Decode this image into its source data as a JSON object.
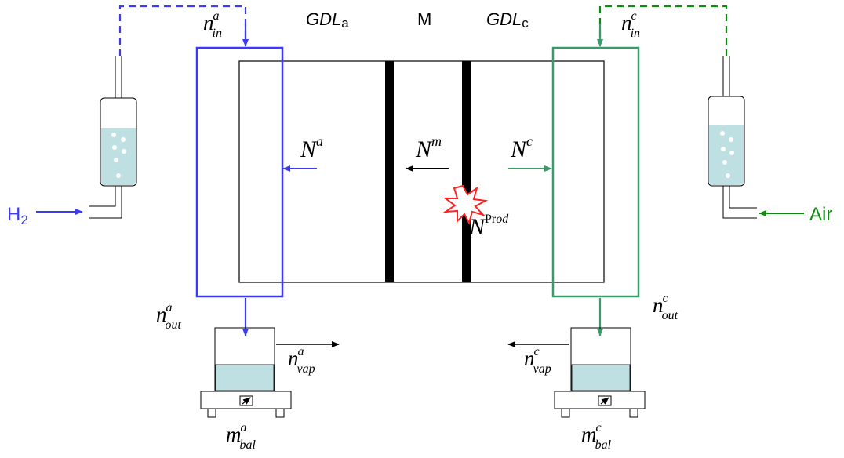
{
  "labels": {
    "gdl_anode_main": "GDL",
    "gdl_anode_sub": "a",
    "membrane": "M",
    "gdl_cathode_main": "GDL",
    "gdl_cathode_sub": "c",
    "h2_main": "H",
    "h2_sub": "2",
    "air": "Air"
  },
  "math": {
    "n_in_a": {
      "base": "n",
      "sup": "a",
      "sub": "in"
    },
    "n_in_c": {
      "base": "n",
      "sup": "c",
      "sub": "in"
    },
    "N_a": {
      "base": "N",
      "sup": "a"
    },
    "N_m": {
      "base": "N",
      "sup": "m"
    },
    "N_c": {
      "base": "N",
      "sup": "c"
    },
    "N_prod": {
      "base": "N",
      "sup_up": "Pr",
      "sup_it": "od"
    },
    "n_out_a": {
      "base": "n",
      "sup": "a",
      "sub": "out"
    },
    "n_out_c": {
      "base": "n",
      "sup": "c",
      "sub": "out"
    },
    "n_vap_a": {
      "base": "n",
      "sup": "a",
      "sub": "vap"
    },
    "n_vap_c": {
      "base": "n",
      "sup": "c",
      "sub": "vap"
    },
    "m_bal_a": {
      "base": "m",
      "sup": "a",
      "sub": "bal"
    },
    "m_bal_c": {
      "base": "m",
      "sup": "c",
      "sub": "bal"
    }
  },
  "colors": {
    "anode": "#3b3bf5",
    "cathode": "#3b9a6a",
    "air_arrow": "#118811",
    "water": "#bfe0e2",
    "reaction": "#ff2222",
    "line": "#000000"
  }
}
